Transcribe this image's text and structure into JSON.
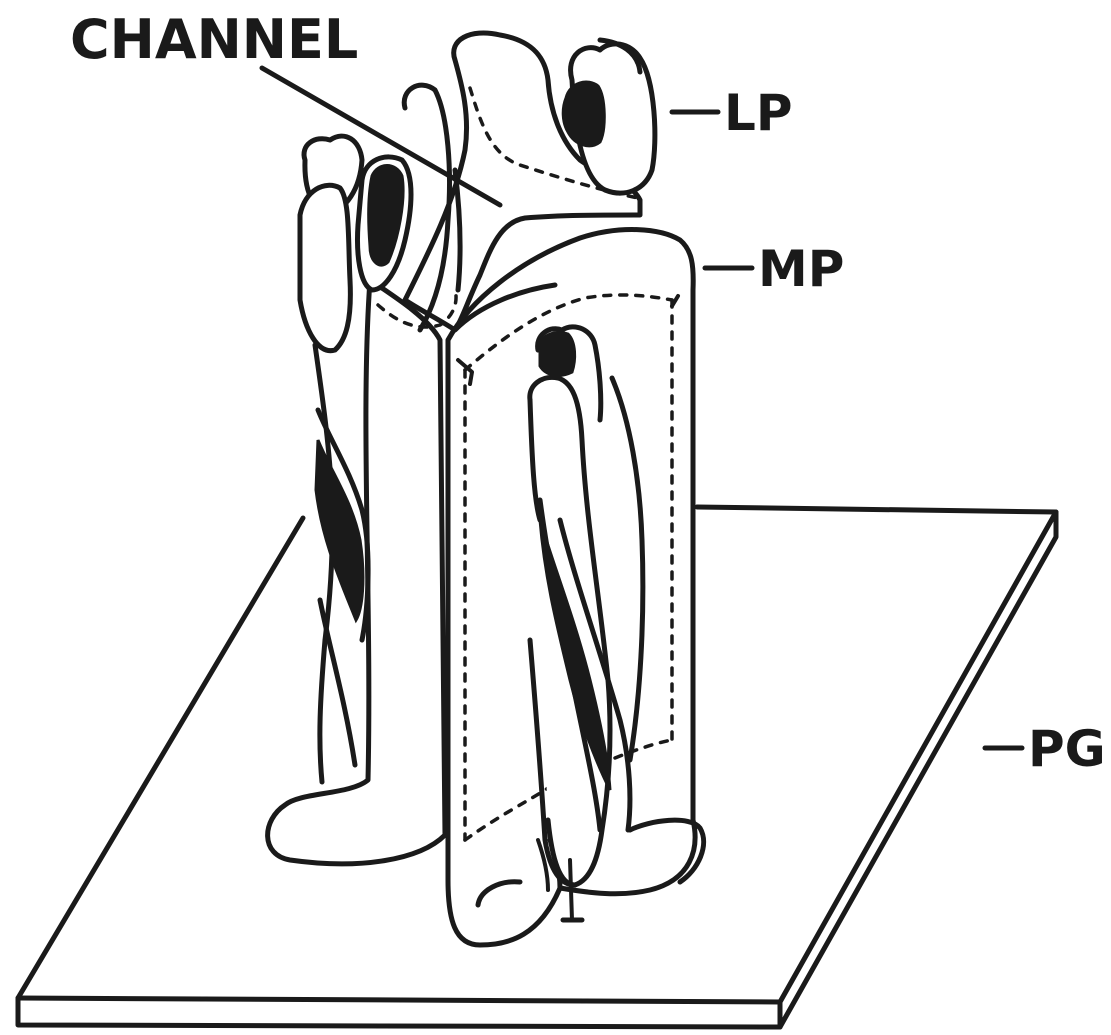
{
  "labels": {
    "channel": "CHANNEL",
    "lp": "LP",
    "mp": "MP",
    "pg": "PG"
  },
  "colors": {
    "ink": "#1a1a1a",
    "paper": "#ffffff"
  }
}
